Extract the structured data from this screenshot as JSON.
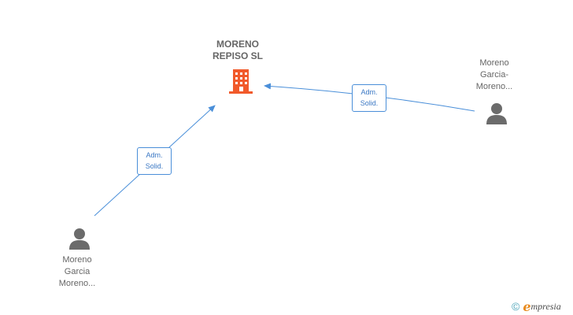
{
  "company": {
    "name_line1": "MORENO",
    "name_line2": "REPISO SL",
    "icon": "building-icon",
    "color": "#f15a2b"
  },
  "persons": [
    {
      "id": "person-right",
      "lines": [
        "Moreno",
        "Garcia-",
        "Moreno..."
      ],
      "icon": "person-icon"
    },
    {
      "id": "person-left",
      "lines": [
        "Moreno",
        "Garcia",
        "Moreno..."
      ],
      "icon": "person-icon"
    }
  ],
  "edges": [
    {
      "from": "person-right",
      "to": "company",
      "label_line1": "Adm.",
      "label_line2": "Solid."
    },
    {
      "from": "person-left",
      "to": "company",
      "label_line1": "Adm.",
      "label_line2": "Solid."
    }
  ],
  "colors": {
    "edge": "#4a8fd9",
    "person": "#6b6b6b",
    "text": "#666666"
  },
  "footer": {
    "copyright_symbol": "©",
    "brand_initial": "e",
    "brand_rest": "mpresia"
  }
}
